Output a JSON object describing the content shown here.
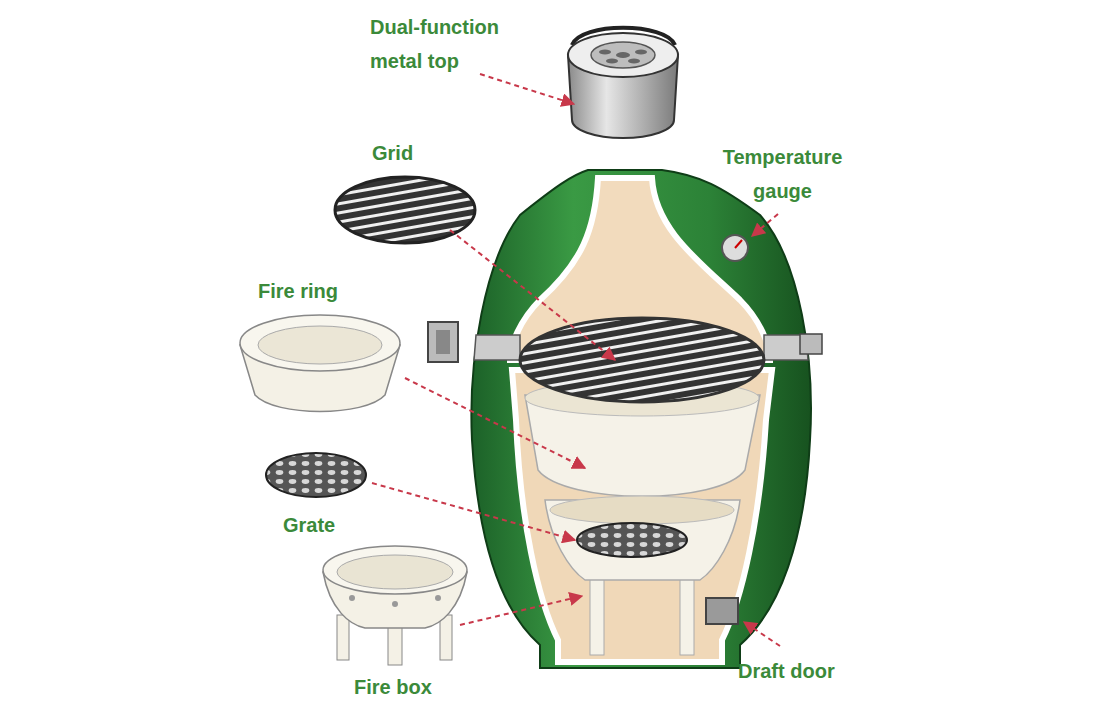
{
  "diagram": {
    "labels": [
      "Dual-function metal top",
      "Grid",
      "Temperature gauge",
      "Fire ring",
      "Grate",
      "Fire box",
      "Draft door"
    ]
  }
}
